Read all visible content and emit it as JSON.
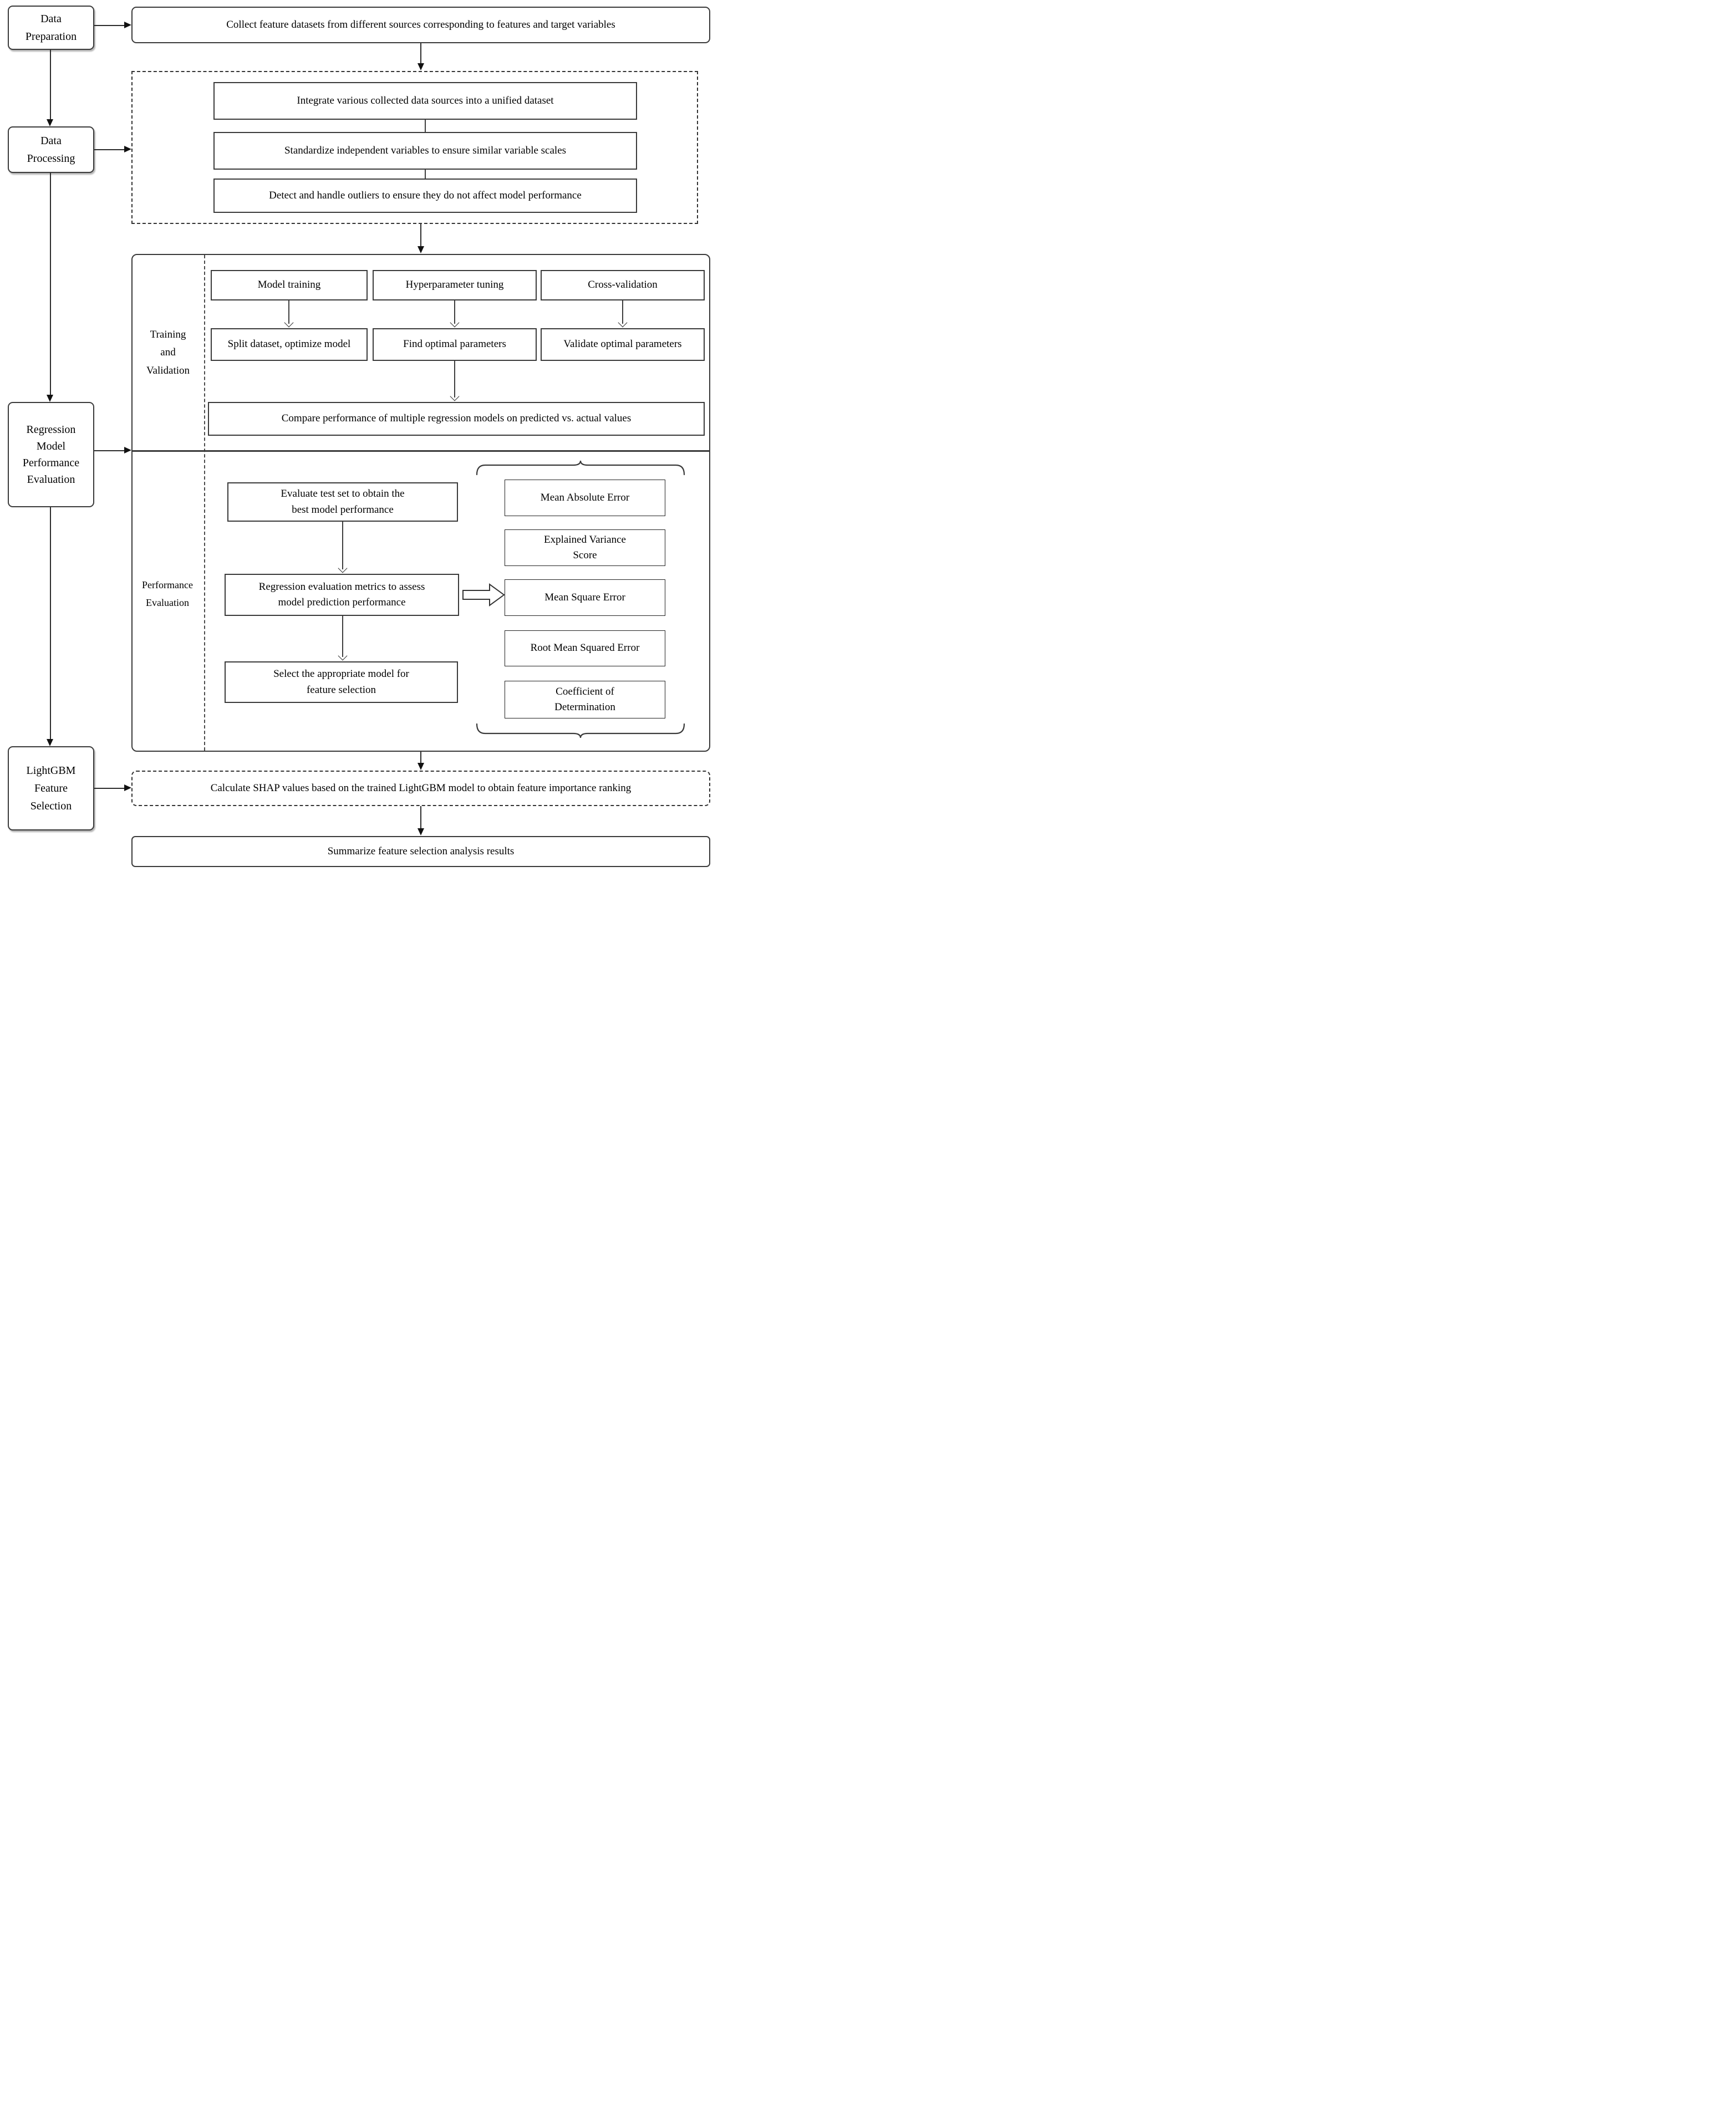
{
  "diagram": {
    "stages": {
      "data_preparation": "Data\nPreparation",
      "data_processing": "Data\nProcessing",
      "regression_evaluation": "Regression\nModel\nPerformance\nEvaluation",
      "lightgbm": "LightGBM\nFeature\nSelection"
    },
    "collect": "Collect feature datasets from different sources corresponding to features and target variables",
    "processing_steps": [
      "Integrate various collected data sources into a unified dataset",
      "Standardize independent variables to ensure similar variable scales",
      "Detect and handle outliers to ensure they do not affect model performance"
    ],
    "training": {
      "label": "Training\nand\nValidation",
      "row1": [
        "Model training",
        "Hyperparameter tuning",
        "Cross-validation"
      ],
      "row2": [
        "Split dataset, optimize model",
        "Find optimal parameters",
        "Validate optimal parameters"
      ],
      "compare": "Compare performance of multiple regression models on predicted vs. actual values"
    },
    "performance": {
      "label": "Performance\nEvaluation",
      "steps": [
        "Evaluate test set to obtain the\nbest model performance",
        "Regression evaluation metrics to assess\nmodel prediction performance",
        "Select the appropriate model for\nfeature selection"
      ],
      "metrics": [
        "Mean Absolute Error",
        "Explained Variance\nScore",
        "Mean Square Error",
        "Root Mean Squared Error",
        "Coefficient of\nDetermination"
      ]
    },
    "shap": "Calculate SHAP values based on the trained LightGBM model to obtain feature importance ranking",
    "summarize": "Summarize feature selection analysis results",
    "colors": {
      "border": "#3a3a3a",
      "text": "#000000",
      "background": "#ffffff"
    }
  }
}
